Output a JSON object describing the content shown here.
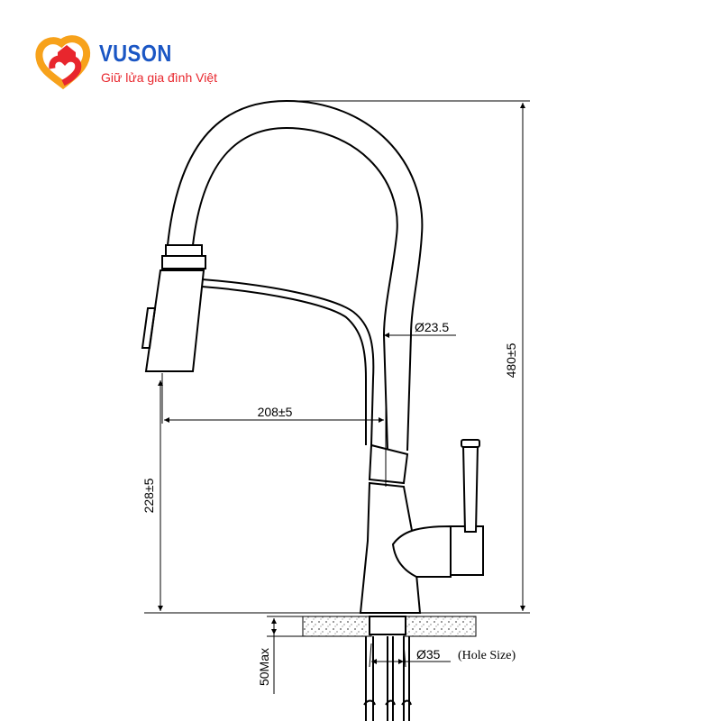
{
  "brand": {
    "name": "VUSON",
    "slogan": "Giữ lửa gia đình Việt"
  },
  "dimensions": {
    "total_height": "480±5",
    "spout_reach": "208±5",
    "spout_height": "228±5",
    "tube_diameter": "Ø23.5",
    "hole_diameter": "Ø35",
    "hole_note": "(Hole Size)",
    "deck_thickness": "50Max"
  },
  "colors": {
    "line": "#000000",
    "brand_blue": "#1a56c4",
    "brand_red": "#e8262d",
    "brand_orange": "#f7a21b"
  }
}
